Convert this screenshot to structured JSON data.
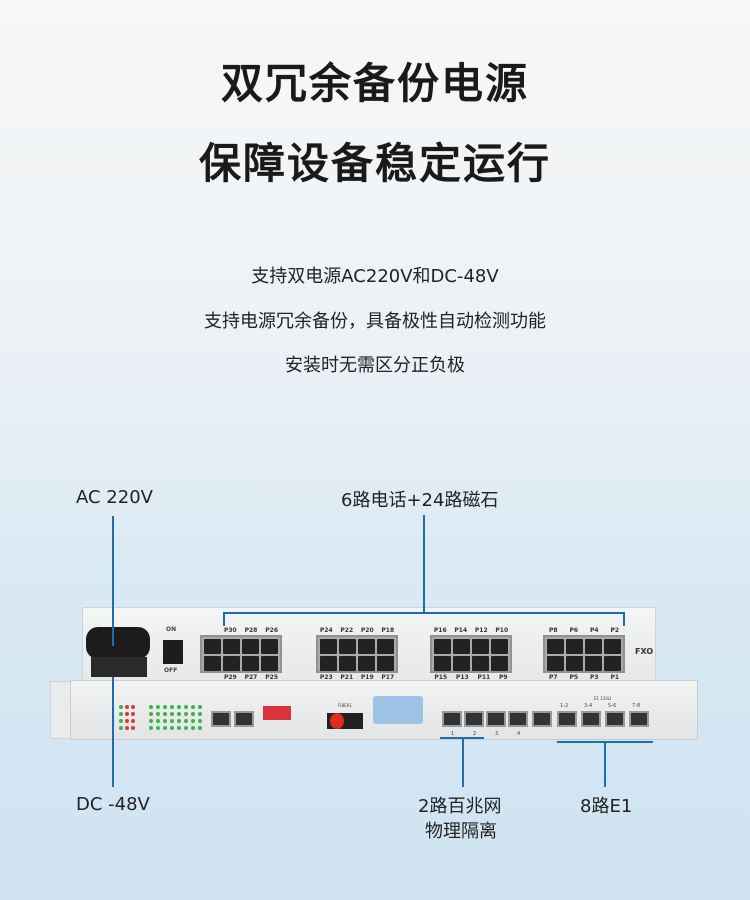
{
  "headline": [
    "双冗余备份电源",
    "保障设备稳定运行"
  ],
  "features": [
    "支持双电源AC220V和DC-48V",
    "支持电源冗余备份，具备极性自动检测功能",
    "安装时无需区分正负极"
  ],
  "callouts": {
    "ac": "AC 220V",
    "dc": "DC -48V",
    "phone": "6路电话+24路磁石",
    "net1": "2路百兆网",
    "net2": "物理隔离",
    "e1": "8路E1"
  },
  "device": {
    "power_on": "ON",
    "power_off": "OFF",
    "fxo": "FXO",
    "fiber": "FIBER1",
    "e1_header": "E1 120Ω",
    "port_groups": [
      {
        "top": [
          "P30",
          "P28",
          "P26"
        ],
        "bottom": [
          "P29",
          "P27",
          "P25"
        ]
      },
      {
        "top": [
          "P24",
          "P22",
          "P20",
          "P18"
        ],
        "bottom": [
          "P23",
          "P21",
          "P19",
          "P17"
        ]
      },
      {
        "top": [
          "P16",
          "P14",
          "P12",
          "P10"
        ],
        "bottom": [
          "P15",
          "P13",
          "P11",
          "P9"
        ]
      },
      {
        "top": [
          "P8",
          "P6",
          "P4",
          "P2"
        ],
        "bottom": [
          "P7",
          "P5",
          "P3",
          "P1"
        ]
      }
    ],
    "lan_labels": [
      "1",
      "2",
      "3",
      "4"
    ],
    "e1_pairs": [
      "1-2",
      "3-4",
      "5-6",
      "7-8"
    ],
    "colors": {
      "line": "#1d6db3",
      "led_green": "#3cb44a",
      "led_red": "#d93a3a"
    }
  }
}
